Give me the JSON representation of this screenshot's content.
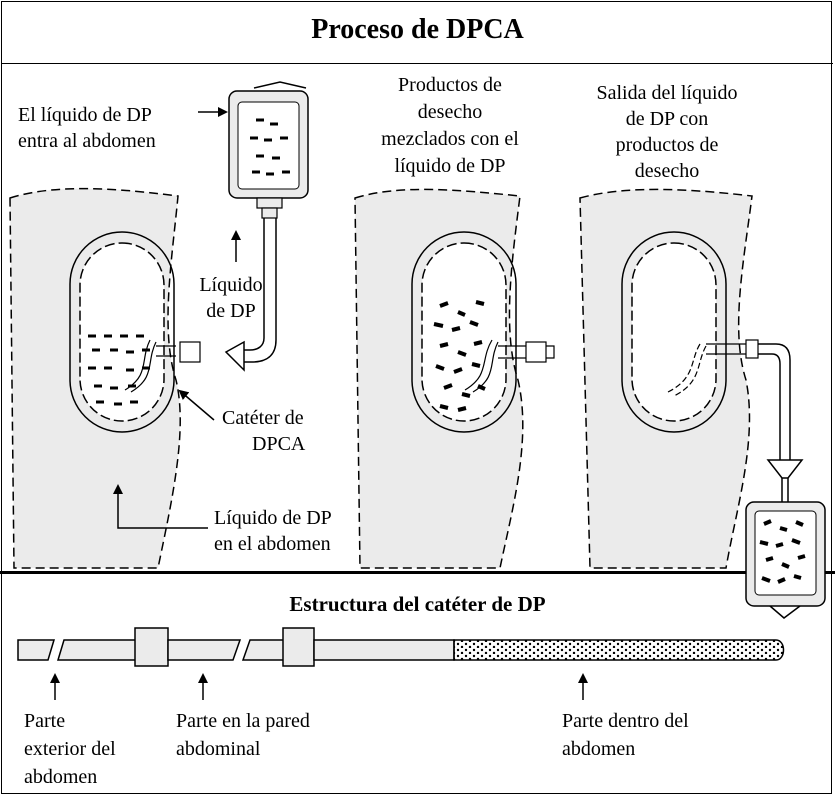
{
  "title": "Proceso de DPCA",
  "panel1": {
    "fluid_enters": [
      "El líquido de DP",
      "entra al abdomen"
    ],
    "pd_fluid": [
      "Líquido",
      "de DP"
    ],
    "catheter": [
      "Catéter de",
      "DPCA"
    ],
    "fluid_in_abdomen": [
      "Líquido de DP",
      "en el abdomen"
    ]
  },
  "panel2": {
    "waste_mixed": [
      "Productos de",
      "desecho",
      "mezclados con el",
      "líquido de DP"
    ]
  },
  "panel3": {
    "fluid_out": [
      "Salida del líquido",
      "de DP con",
      "productos de",
      "desecho"
    ]
  },
  "catheter_structure": {
    "subtitle": "Estructura del catéter de DP",
    "outside": [
      "Parte",
      "exterior del",
      "abdomen"
    ],
    "wall": [
      "Parte en la pared",
      "abdominal"
    ],
    "inside": [
      "Parte dentro del",
      "abdomen"
    ]
  },
  "colors": {
    "body_fill": "#ebebeb",
    "line": "#000000",
    "background": "#ffffff"
  }
}
